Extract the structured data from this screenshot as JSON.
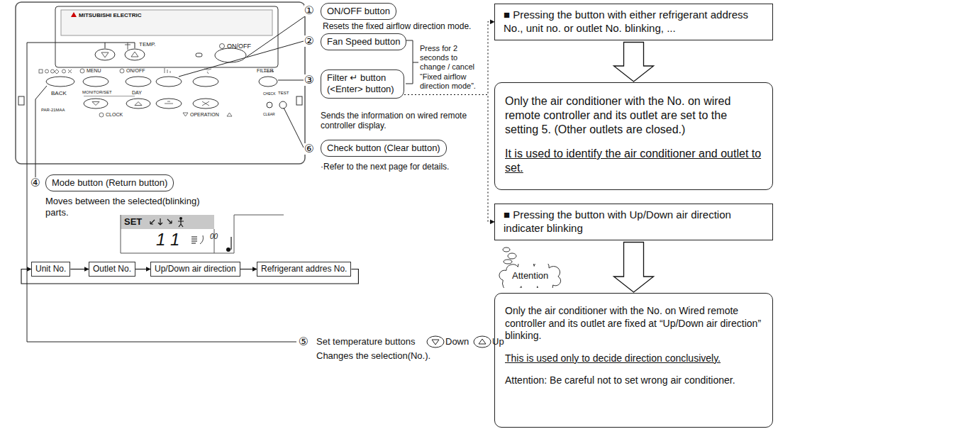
{
  "diagram": {
    "nodes": [
      {
        "text": [
          "ON/OFF button"
        ]
      },
      {
        "text": [
          "Fan Speed button"
        ]
      },
      {
        "text": [
          "Filter ↵ button (<Enter> button)"
        ]
      },
      {
        "text": [
          "Check button (Clear button)"
        ]
      },
      {
        "text": [
          "Mode button (Return button)"
        ]
      },
      {
        "text": [
          "Unit No."
        ]
      },
      {
        "text": [
          "Outlet No."
        ]
      },
      {
        "text": [
          "Up/Down air direction"
        ]
      },
      {
        "text": [
          "Refrigerant addres No."
        ]
      },
      {
        "text": [
          "■ Pressing the button with either refrigerant address No., unit no. or outlet No. blinking, ..."
        ]
      },
      {
        "text": [
          "Only the air conditioner with the No. on wired remote controller and its outlet are set to the setting 5. (Other outlets are closed.)",
          "It is used to identify the air conditioner and outlet to set."
        ]
      },
      {
        "text": [
          "■ Pressing the button with Up/Down air direction indicater blinking"
        ]
      },
      {
        "text": [
          "Attention"
        ]
      },
      {
        "text": [
          "Only the air conditioner with the No. on Wired remote controller and its outlet are fixed at “Up/Down air direction” blinking.",
          "This is used only to decide direction conclusively.",
          "Attention: Be careful not to set wrong air conditioner."
        ]
      }
    ],
    "edges": [
      {
        "from": 5,
        "to": 6,
        "arrow": "to"
      },
      {
        "from": 6,
        "to": 7,
        "arrow": "to"
      },
      {
        "from": 7,
        "to": 8,
        "arrow": "to"
      },
      {
        "from": 8,
        "to": 5,
        "arrow": "to"
      },
      {
        "from": 9,
        "to": 10,
        "arrow": "to"
      },
      {
        "from": 11,
        "to": 13,
        "arrow": "to"
      },
      {
        "from": 2,
        "to": 9,
        "arrow": "to"
      },
      {
        "from": 2,
        "to": 11,
        "arrow": "to"
      }
    ],
    "labels": [
      "Resets the fixed airflow direction mode.",
      "Press for 2 seconds to change / cancel “Fixed airflow direction mode”.",
      "Sends the information on wired remote controller display.",
      "·Refer to the next page for details.",
      "Moves between the selected(blinking) parts.",
      "Set temperature buttons",
      "Down",
      "Up",
      "Changes the selection(No.).",
      "①",
      "②",
      "③",
      "⑥",
      "④",
      "⑤",
      "MITSUBISHI ELECTRIC",
      "TEMP.",
      "ON/OFF",
      "MENU",
      "ON/OFF",
      "FILTER",
      "BACK",
      "MONITOR/SET",
      "DAY",
      "PAR-21MAA",
      "CLOCK",
      "OPERATION",
      "CHECK",
      "TEST",
      "CLEAR",
      "SET",
      "1 1",
      "00"
    ]
  }
}
